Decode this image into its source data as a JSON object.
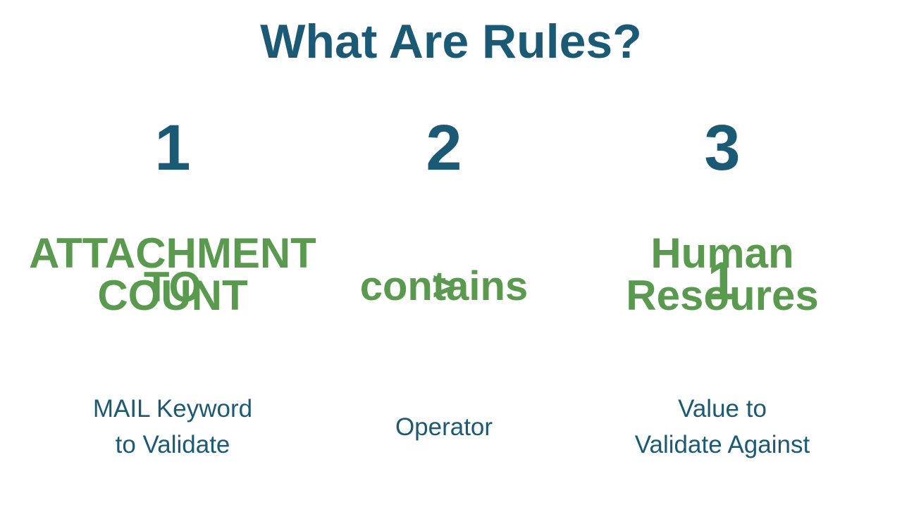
{
  "slide": {
    "title": "What Are Rules?",
    "columns": [
      {
        "number": "1",
        "overlays": [
          "ATTACHMENT\nCOUNT",
          "TO"
        ],
        "caption": "MAIL Keyword\nto Validate"
      },
      {
        "number": "2",
        "overlays": [
          "contains",
          ">"
        ],
        "caption": "Operator"
      },
      {
        "number": "3",
        "overlays": [
          "Human\nResoures",
          "1"
        ],
        "caption": "Value to\nValidate Against"
      }
    ]
  },
  "colors": {
    "title": "#1b5a74",
    "numbers": "#1b5a74",
    "overlay_text": "#5a9a4f",
    "caption": "#1b5a74",
    "background": "#ffffff"
  }
}
